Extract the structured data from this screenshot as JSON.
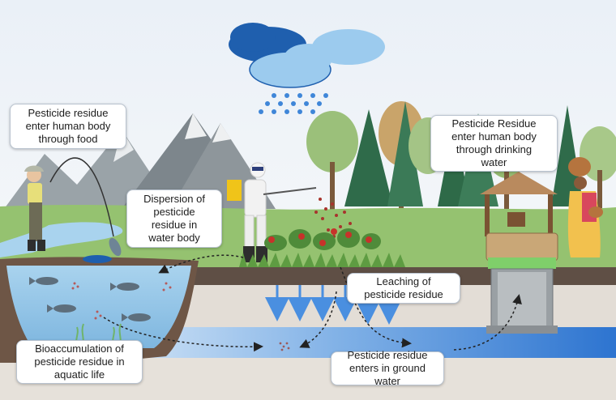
{
  "labels": {
    "food": "Pesticide residue\nenter human body\nthrough food",
    "dispersion": "Dispersion of\npesticide\nresidue in\nwater body",
    "drinking": "Pesticide Residue\nenter human body\nthrough drinking\nwater",
    "leaching": "Leaching of\npesticide residue",
    "bioaccumulation": "Bioaccumulation of\npesticide residue in\naquatic life",
    "groundwater": "Pesticide residue\nenters in ground water"
  },
  "colors": {
    "sky": "#eef3f8",
    "grass": "#8fbf6a",
    "soil": "#6b5a4e",
    "lake": "#9cc9e8",
    "groundwater": "#3f86d8",
    "arrow": "#4a8fe0",
    "cloud_dark": "#1f5fae",
    "cloud_light": "#9ccbee"
  }
}
